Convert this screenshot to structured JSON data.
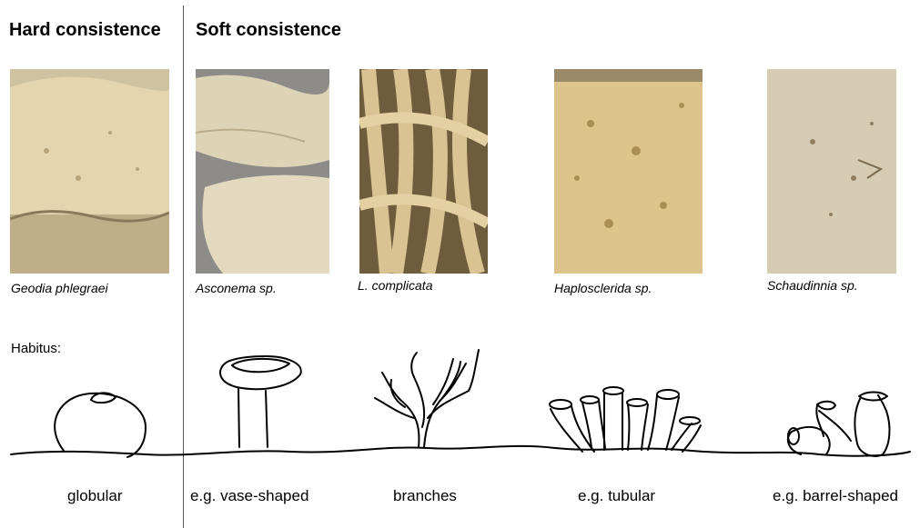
{
  "headings": {
    "hard": "Hard consistence",
    "soft": "Soft consistence"
  },
  "species": [
    {
      "label": "Geodia phlegraei",
      "color": "#e4d5ae"
    },
    {
      "label": "Asconema sp.",
      "color": "#ddd3b6"
    },
    {
      "label": "L. complicata",
      "color": "#d9c393"
    },
    {
      "label": "Haplosclerida sp.",
      "color": "#dcc48c"
    },
    {
      "label": "Schaudinnia sp.",
      "color": "#d6ccb4"
    }
  ],
  "habitus_label": "Habitus:",
  "habits": [
    "globular",
    "e.g. vase-shaped",
    "branches",
    "e.g. tubular",
    "e.g. barrel-shaped"
  ]
}
